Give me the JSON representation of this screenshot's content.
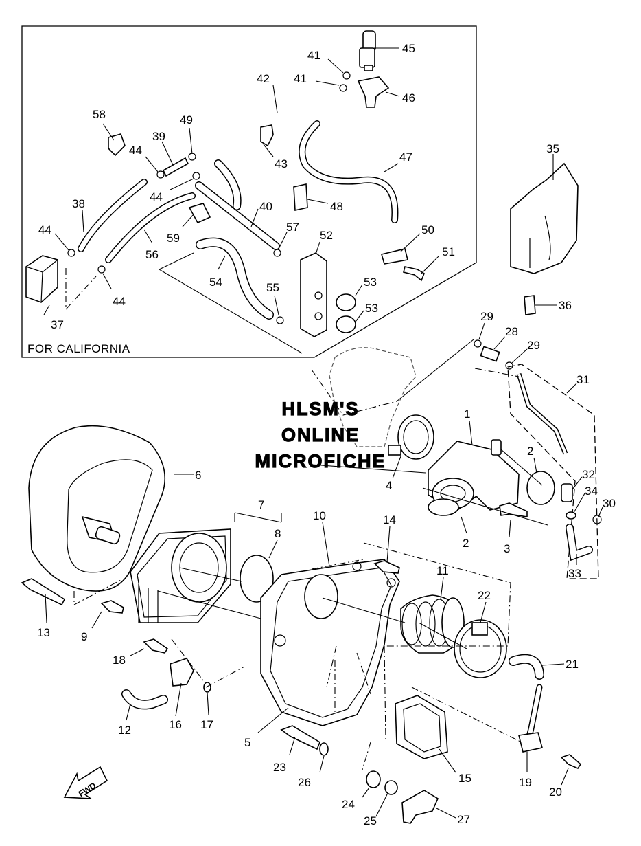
{
  "inset": {
    "caption": "FOR CALIFORNIA"
  },
  "watermark": {
    "line1": "HLSM'S",
    "line2": "ONLINE",
    "line3": "MICROFICHE"
  },
  "direction_arrow": {
    "label": "FWD"
  },
  "part_labels": [
    "1",
    "2",
    "2",
    "3",
    "4",
    "5",
    "6",
    "7",
    "8",
    "9",
    "10",
    "11",
    "12",
    "13",
    "14",
    "15",
    "16",
    "17",
    "18",
    "19",
    "20",
    "21",
    "22",
    "23",
    "24",
    "25",
    "26",
    "27",
    "28",
    "29",
    "29",
    "30",
    "31",
    "32",
    "33",
    "34",
    "35",
    "36",
    "37",
    "38",
    "39",
    "40",
    "41",
    "41",
    "42",
    "43",
    "44",
    "44",
    "44",
    "44",
    "45",
    "46",
    "47",
    "48",
    "49",
    "50",
    "51",
    "52",
    "53",
    "53",
    "54",
    "55",
    "56",
    "57",
    "58",
    "59"
  ]
}
